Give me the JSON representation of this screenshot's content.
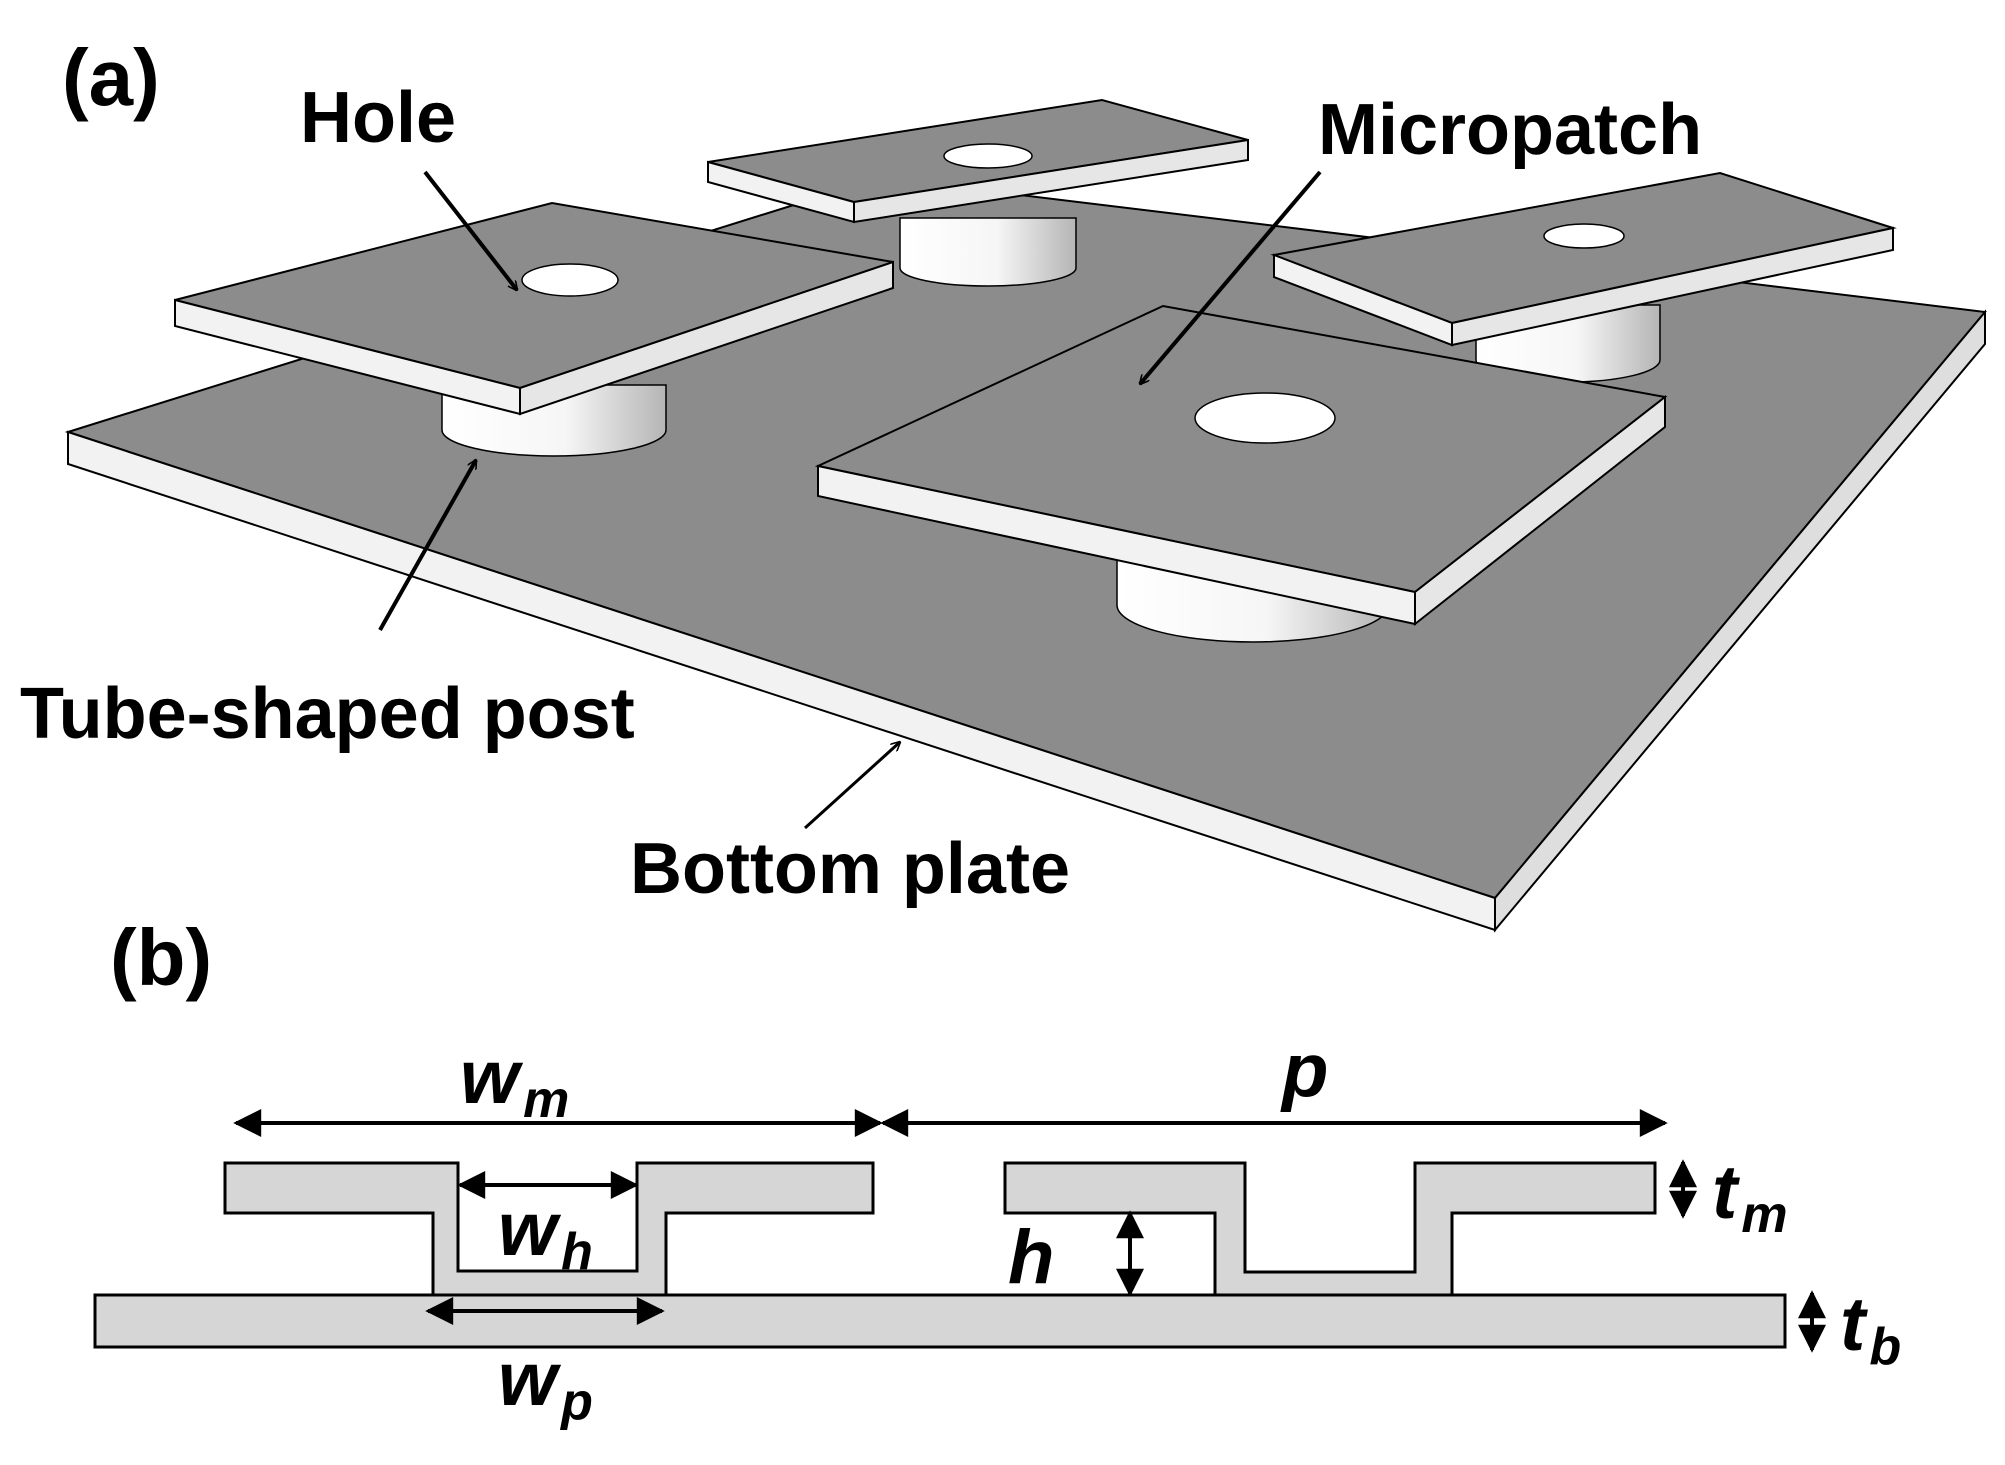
{
  "panel_a": {
    "label": "(a)",
    "callouts": {
      "hole": "Hole",
      "micropatch": "Micropatch",
      "post": "Tube-shaped post",
      "bottom_plate": "Bottom plate"
    }
  },
  "panel_b": {
    "label": "(b)",
    "dims": {
      "wm": {
        "sym": "w",
        "sub": "m"
      },
      "wh": {
        "sym": "w",
        "sub": "h"
      },
      "wp": {
        "sym": "w",
        "sub": "p"
      },
      "p": {
        "sym": "p"
      },
      "h": {
        "sym": "h"
      },
      "tm": {
        "sym": "t",
        "sub": "m"
      },
      "tb": {
        "sym": "t",
        "sub": "b"
      }
    }
  },
  "colors": {
    "plate_top": "#8c8c8c",
    "plate_edge": "#f2f2f2",
    "section_fill": "#d6d6d6",
    "stroke": "#000000"
  }
}
